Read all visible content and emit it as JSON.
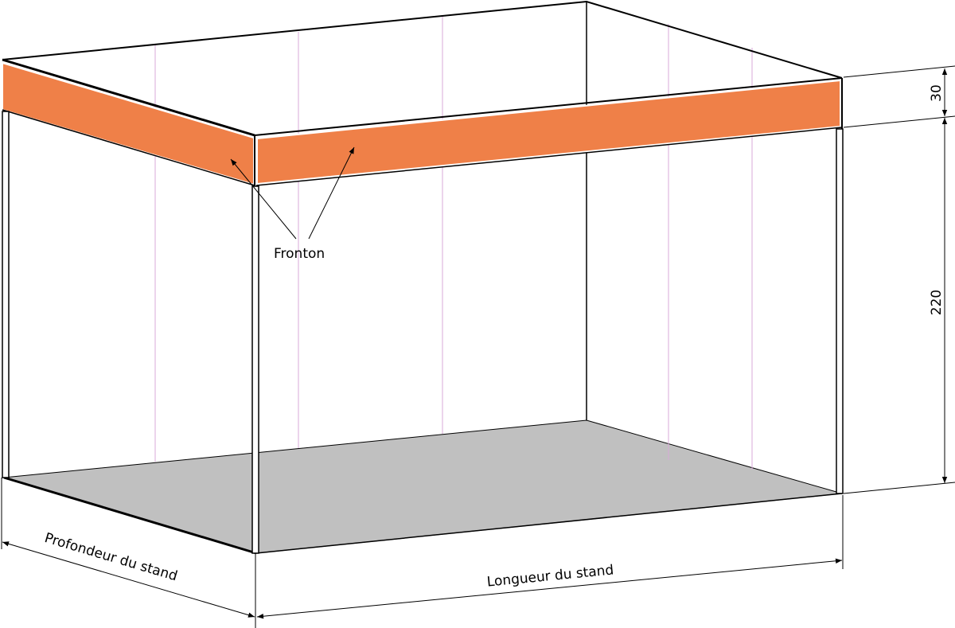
{
  "labels": {
    "fronton": "Fronton",
    "height_top": "30",
    "height_main": "220",
    "depth": "Profondeur du stand",
    "length": "Longueur du stand"
  },
  "colors": {
    "fronton": "#ef8048",
    "floor": "#c0c0c0",
    "grid": "#d9a8d9",
    "line": "#000000"
  }
}
